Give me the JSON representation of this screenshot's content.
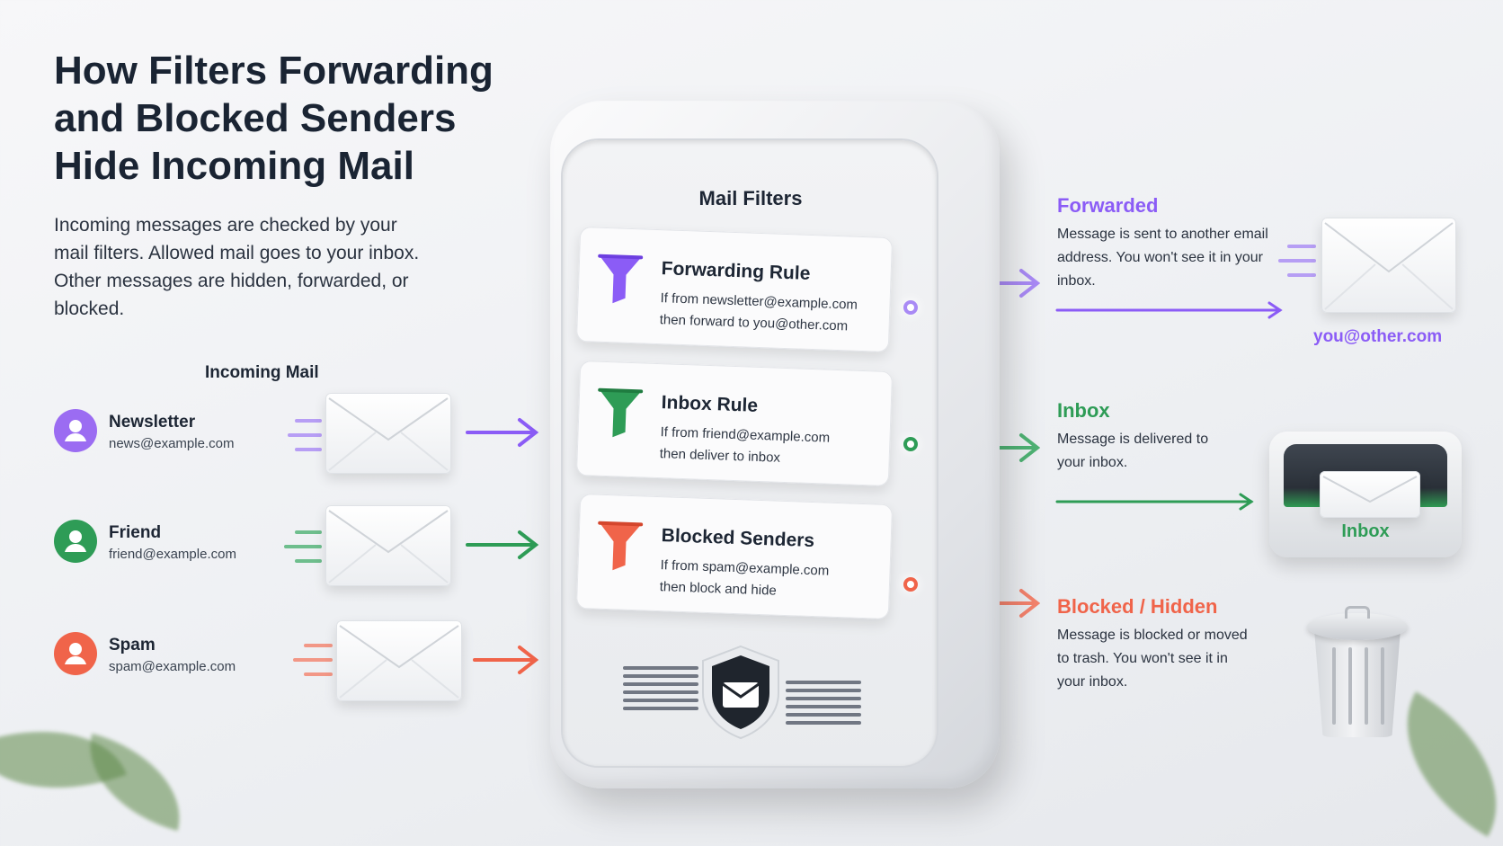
{
  "title": "How Filters Forwarding and Blocked Senders Hide Incoming Mail",
  "intro": "Incoming messages are checked by your mail filters. Allowed mail goes to your inbox. Other messages are hidden, forwarded, or blocked.",
  "incoming_heading": "Incoming Mail",
  "colors": {
    "purple": "#8b5cf6",
    "green": "#2e9c56",
    "orange": "#f0644a"
  },
  "senders": [
    {
      "name": "Newsletter",
      "email": "news@example.com",
      "icon": "user-icon"
    },
    {
      "name": "Friend",
      "email": "friend@example.com",
      "icon": "user-icon"
    },
    {
      "name": "Spam",
      "email": "spam@example.com",
      "icon": "user-icon"
    }
  ],
  "device": {
    "title": "Mail Filters",
    "rules": [
      {
        "title": "Forwarding Rule",
        "line1": "If from newsletter@example.com",
        "line2": "then forward to you@other.com",
        "icon": "funnel-icon"
      },
      {
        "title": "Inbox Rule",
        "line1": "If from friend@example.com",
        "line2": "then deliver to inbox",
        "icon": "funnel-icon"
      },
      {
        "title": "Blocked Senders",
        "line1": "If from spam@example.com",
        "line2": "then block and hide",
        "icon": "funnel-icon"
      }
    ],
    "shield_icon": "shield-mail-icon"
  },
  "outcomes": {
    "forwarded": {
      "title": "Forwarded",
      "desc": "Message is sent to another email address. You won't see it in your inbox.",
      "address": "you@other.com"
    },
    "inbox": {
      "title": "Inbox",
      "desc": "Message is delivered to your inbox.",
      "tray_label": "Inbox"
    },
    "blocked": {
      "title": "Blocked / Hidden",
      "desc": "Message is blocked or moved to trash. You won't see it in your inbox.",
      "icon": "trash-can-icon"
    }
  }
}
